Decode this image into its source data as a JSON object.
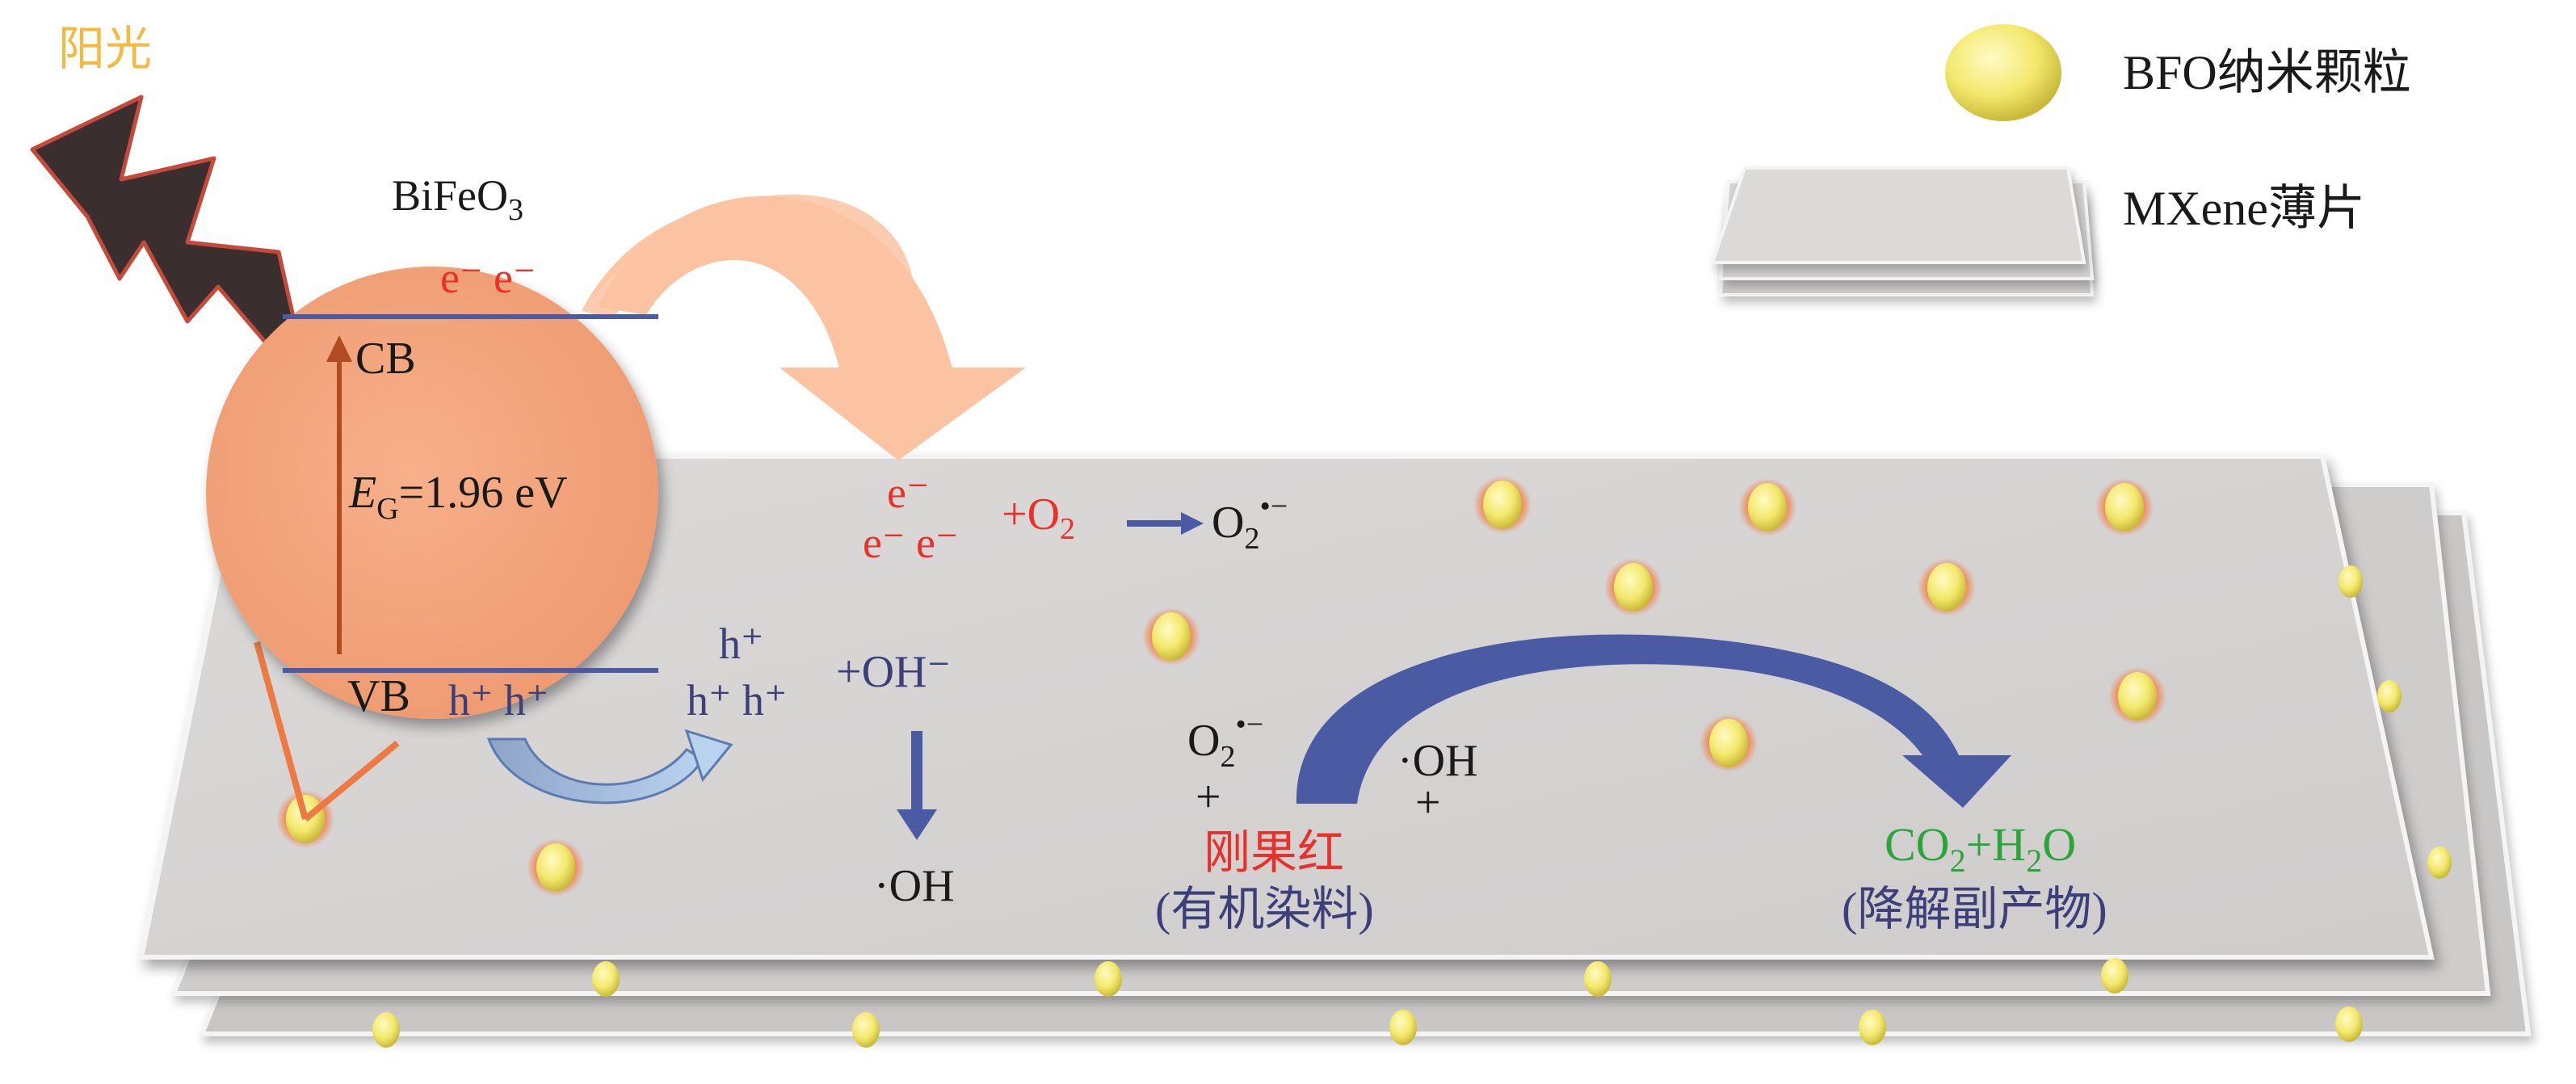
{
  "labels": {
    "sunlight": "阳光",
    "material": "BiFeO",
    "material_sub": "3",
    "electrons_top": "e⁻ e⁻",
    "cb": "CB",
    "vb": "VB",
    "bandgap_italic": "E",
    "bandgap_sub": "G",
    "bandgap_value": "=1.96 eV",
    "holes_bottom": "h⁺ h⁺",
    "electron_single": "e⁻",
    "electron_pair": "e⁻ e⁻",
    "plus_o2_prefix": "+O",
    "o2_sub": "2",
    "superoxide_prefix": "O",
    "superoxide_sub": "2",
    "superoxide_sup": "•−",
    "hole_single": "h⁺",
    "hole_pair": "h⁺ h⁺",
    "plus_oh": "+OH⁻",
    "oh_radical": "·OH",
    "superoxide2_prefix": "O",
    "superoxide2_sub": "2",
    "superoxide2_sup": "•−",
    "plus_sign_left": "+",
    "oh_radical2": "·OH",
    "plus_sign_right": "+",
    "dye_name": "刚果红",
    "dye_desc": "(有机染料)",
    "products_co": "CO",
    "products_co_sub": "2",
    "products_h": "+H",
    "products_h_sub": "2",
    "products_o": "O",
    "products_desc": "(降解副产物)"
  },
  "legend": {
    "particle": "BFO纳米颗粒",
    "sheet": "MXene薄片"
  },
  "colors": {
    "sunlight": "#f5b942",
    "electron": "#e8312a",
    "hole": "#3d3f7a",
    "products": "#2aa53a",
    "circle": "#f4a57c",
    "band_line": "#4a5aa3",
    "arrow_blue": "#4a5aa3",
    "sheet": "#d6d3d3",
    "particle": "#f5ec7a",
    "bolt": "#3a2e2e"
  }
}
